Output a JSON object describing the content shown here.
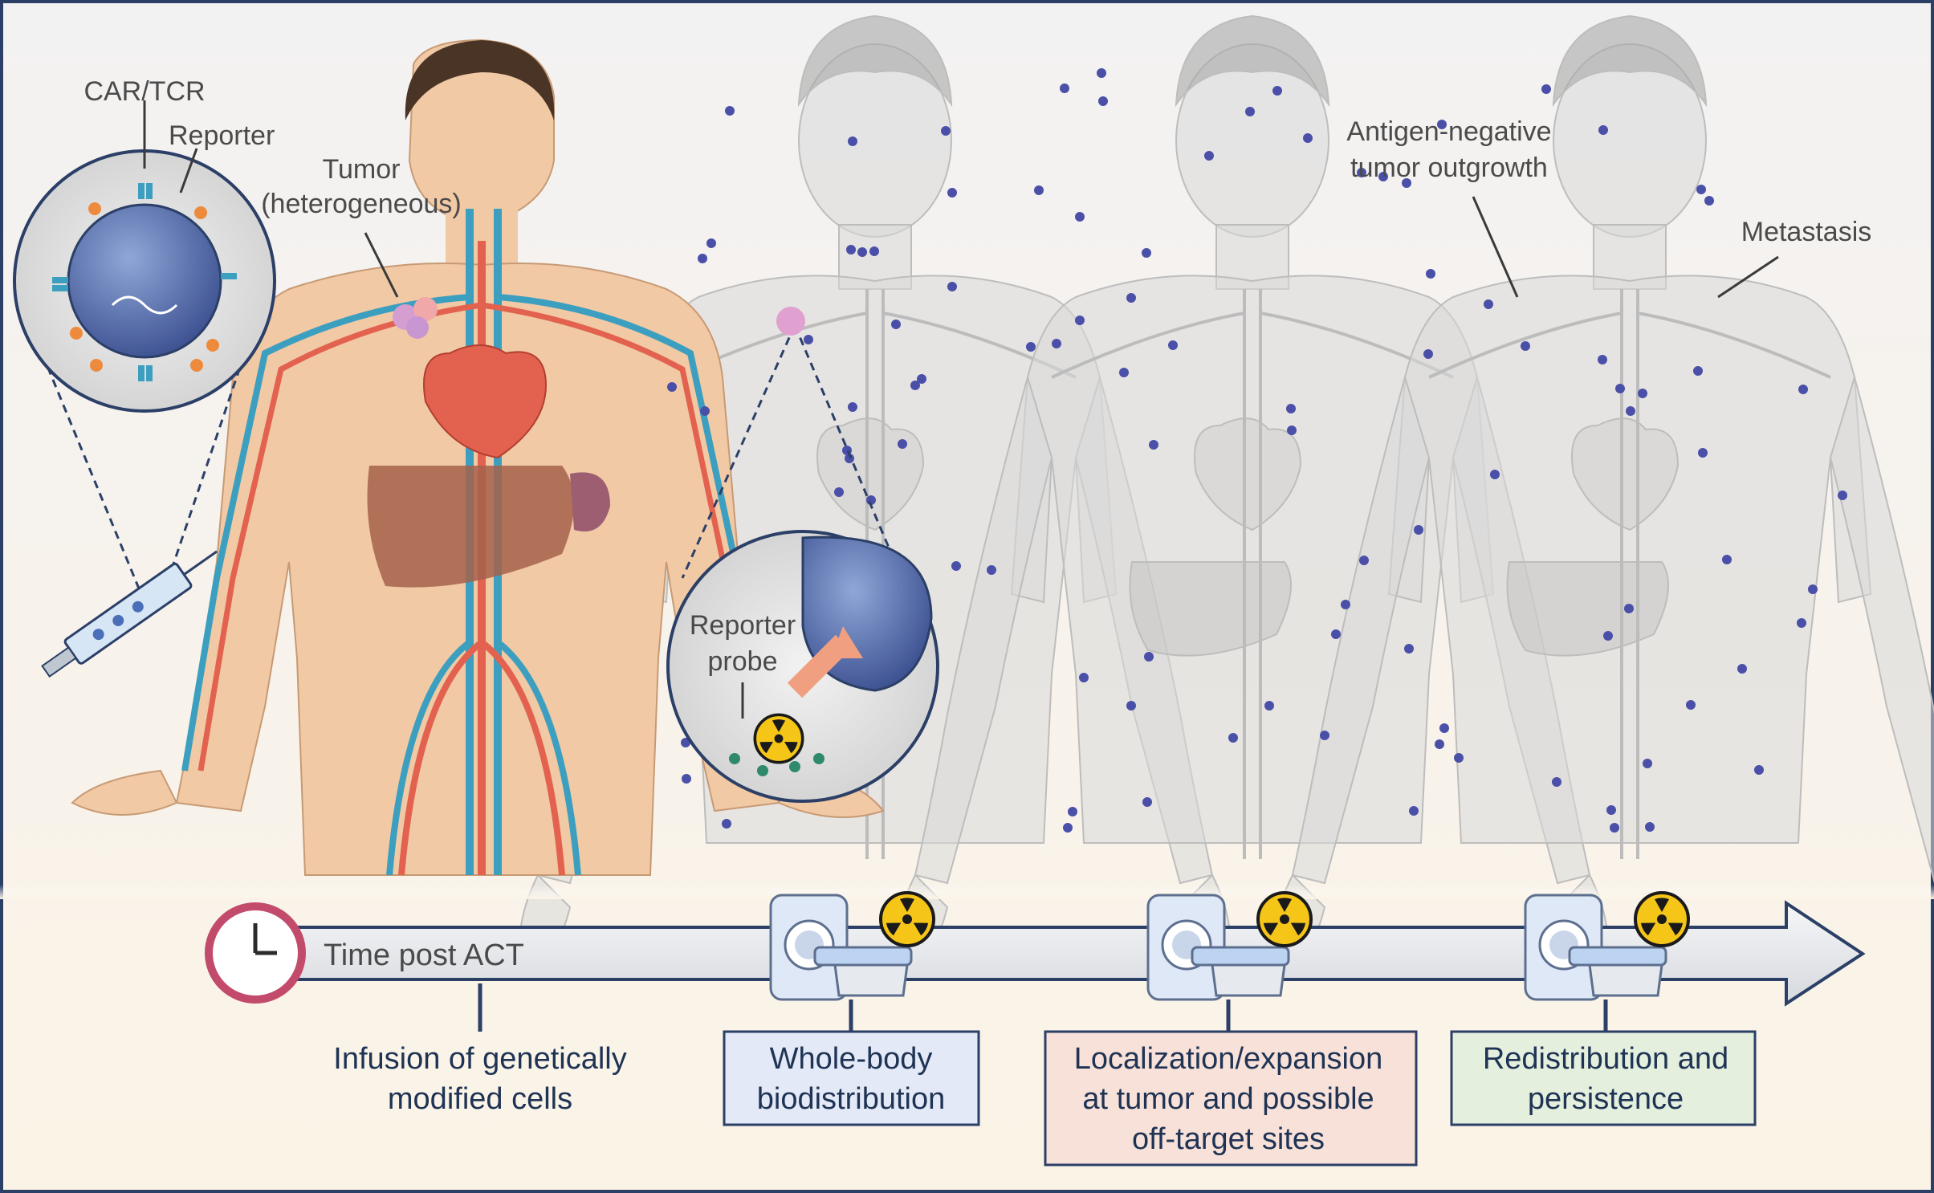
{
  "figure": {
    "labels": {
      "car_tcr": "CAR/TCR",
      "reporter": "Reporter",
      "tumor_line1": "Tumor",
      "tumor_line2": "(heterogeneous)",
      "antigen_negative_line1": "Antigen-negative",
      "antigen_negative_line2": "tumor outgrowth",
      "metastasis": "Metastasis",
      "reporter_probe_line1": "Reporter",
      "reporter_probe_line2": "probe"
    },
    "timeline": {
      "label": "Time post ACT",
      "stages": [
        {
          "lines": [
            "Infusion of genetically",
            "modified cells"
          ],
          "boxed": false,
          "fill": "none"
        },
        {
          "lines": [
            "Whole-body",
            "biodistribution"
          ],
          "boxed": true,
          "fill": "#e3e9f6"
        },
        {
          "lines": [
            "Localization/expansion",
            "at tumor and possible",
            "off-target sites"
          ],
          "boxed": true,
          "fill": "#f8e1d8"
        },
        {
          "lines": [
            "Redistribution and",
            "persistence"
          ],
          "boxed": true,
          "fill": "#e4efdd"
        }
      ]
    },
    "colors": {
      "frame": "#2b3f67",
      "skin": "#f1c9a5",
      "vein": "#3c9fbf",
      "artery": "#e2624f",
      "ghost": "#d9d9d9",
      "cell_dot": "#4a4fa8",
      "radiation": "#f5c518"
    }
  }
}
